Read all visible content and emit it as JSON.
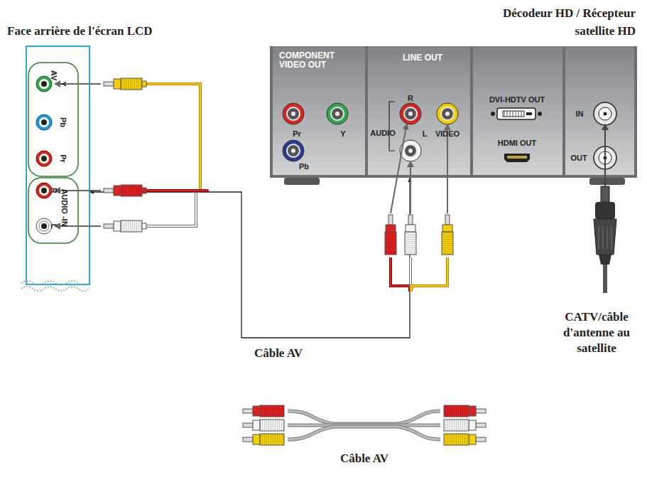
{
  "diagram": {
    "nodes": [
      {
        "text": [
          "Face arrière de l'écran LCD"
        ]
      },
      {
        "text": [
          "Décodeur HD / Récepteur satellite HD"
        ]
      }
    ],
    "edges": [
      {
        "from": 1,
        "to": 0,
        "arrow": "both",
        "label": "Câble AV"
      }
    ],
    "labels": [
      "Y",
      "AV",
      "Pb",
      "Pr",
      "R",
      "AUDIO -IN",
      "L",
      "COMPONENT VIDEO OUT",
      "LINE OUT",
      "R",
      "Pr",
      "Y",
      "AUDIO",
      "L",
      "VIDEO",
      "Pb",
      "DVI-HDTV OUT",
      "HDMI OUT",
      "IN",
      "OUT",
      "CATV/câble d'antenne au satellite",
      "Câble AV"
    ]
  }
}
